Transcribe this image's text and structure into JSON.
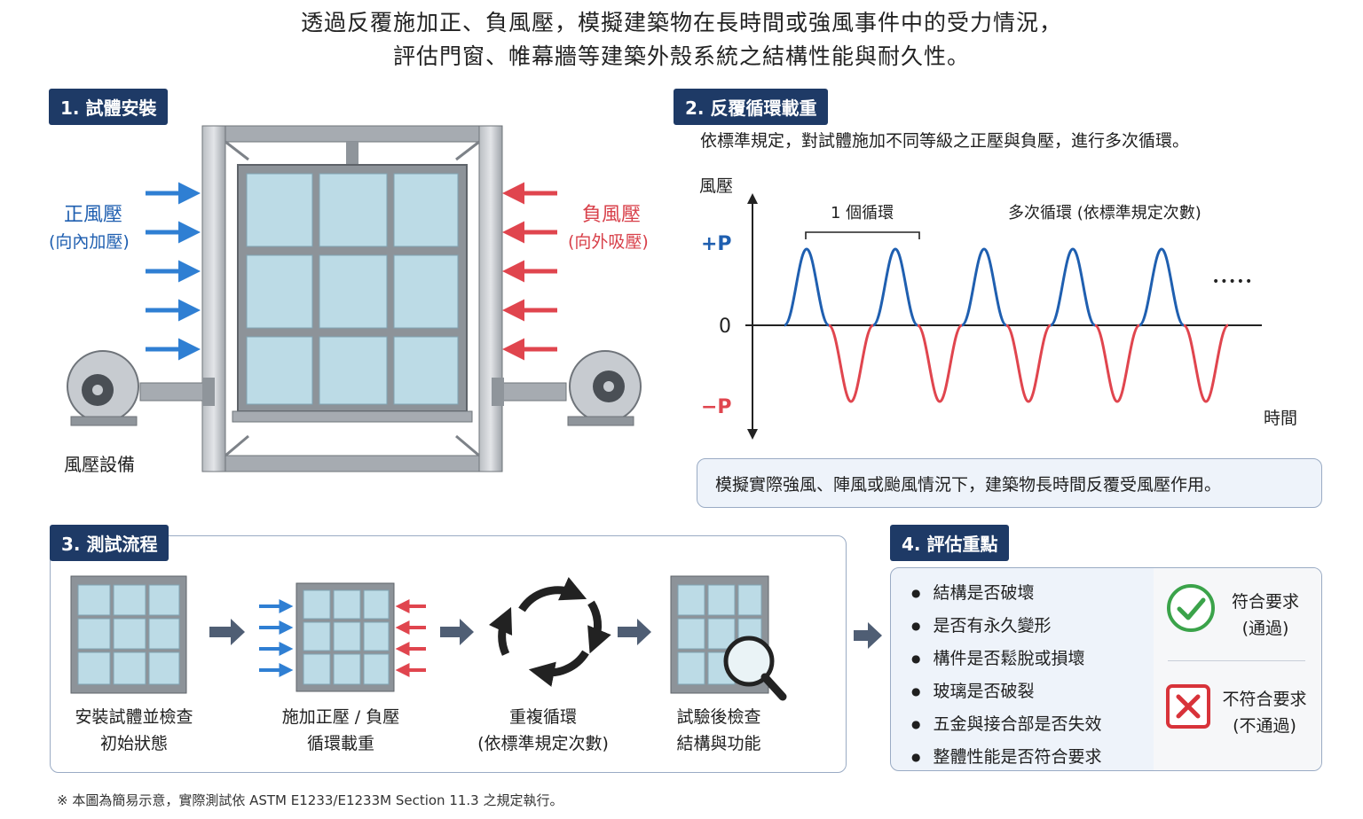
{
  "header": {
    "line1": "透過反覆施加正、負風壓，模擬建築物在長時間或強風事件中的受力情況，",
    "line2": "評估門窗、帷幕牆等建築外殼系統之結構性能與耐久性。"
  },
  "section1": {
    "label": "1. 試體安裝",
    "positive_title": "正風壓",
    "positive_sub": "(向內加壓)",
    "negative_title": "負風壓",
    "negative_sub": "(向外吸壓)",
    "equipment": "風壓設備"
  },
  "section2": {
    "label": "2. 反覆循環載重",
    "desc": "依標準規定，對試體施加不同等級之正壓與負壓，進行多次循環。",
    "y_axis_label": "風壓",
    "x_axis_label": "時間",
    "tick_pos": "+P",
    "tick_zero": "0",
    "tick_neg": "−P",
    "one_cycle": "1 個循環",
    "multi_cycle": "多次循環 (依標準規定次數)",
    "ellipsis": "•••••",
    "note": "模擬實際強風、陣風或颱風情況下，建築物長時間反覆受風壓作用。"
  },
  "chart_data": {
    "type": "line",
    "xlabel": "時間",
    "ylabel": "風壓",
    "y_ticks": [
      "+P",
      "0",
      "−P"
    ],
    "cycles_shown": 5,
    "series": [
      {
        "name": "",
        "color": "#1f5fb0",
        "values": [
          0,
          1,
          0,
          0,
          1,
          0,
          0,
          1,
          0,
          0,
          1,
          0,
          0,
          1,
          0
        ]
      },
      {
        "name": "",
        "color": "#e0454e",
        "values": [
          0,
          -1,
          0,
          0,
          -1,
          0,
          0,
          -1,
          0,
          0,
          -1,
          0,
          0,
          -1,
          0
        ]
      }
    ]
  },
  "section3": {
    "label": "3. 測試流程",
    "steps": [
      {
        "line1": "安裝試體並檢查",
        "line2": "初始狀態"
      },
      {
        "line1": "施加正壓 / 負壓",
        "line2": "循環載重"
      },
      {
        "line1": "重複循環",
        "line2": "(依標準規定次數)"
      },
      {
        "line1": "試驗後檢查",
        "line2": "結構與功能"
      }
    ]
  },
  "section4": {
    "label": "4. 評估重點",
    "items": [
      "結構是否破壞",
      "是否有永久變形",
      "構件是否鬆脫或損壞",
      "玻璃是否破裂",
      "五金與接合部是否失效",
      "整體性能是否符合要求"
    ],
    "pass_label": "符合要求",
    "pass_sub": "(通過)",
    "fail_label": "不符合要求",
    "fail_sub": "(不通過)"
  },
  "footnote": "※ 本圖為簡易示意，實際測試依 ASTM E1233/E1233M Section 11.3 之規定執行。",
  "colors": {
    "navy": "#1e3a66",
    "positive_blue": "#1f5fb0",
    "negative_red": "#e0454e",
    "glass": "#bcdbe6",
    "pass_green": "#3ba34a",
    "fail_red": "#d8333a"
  }
}
